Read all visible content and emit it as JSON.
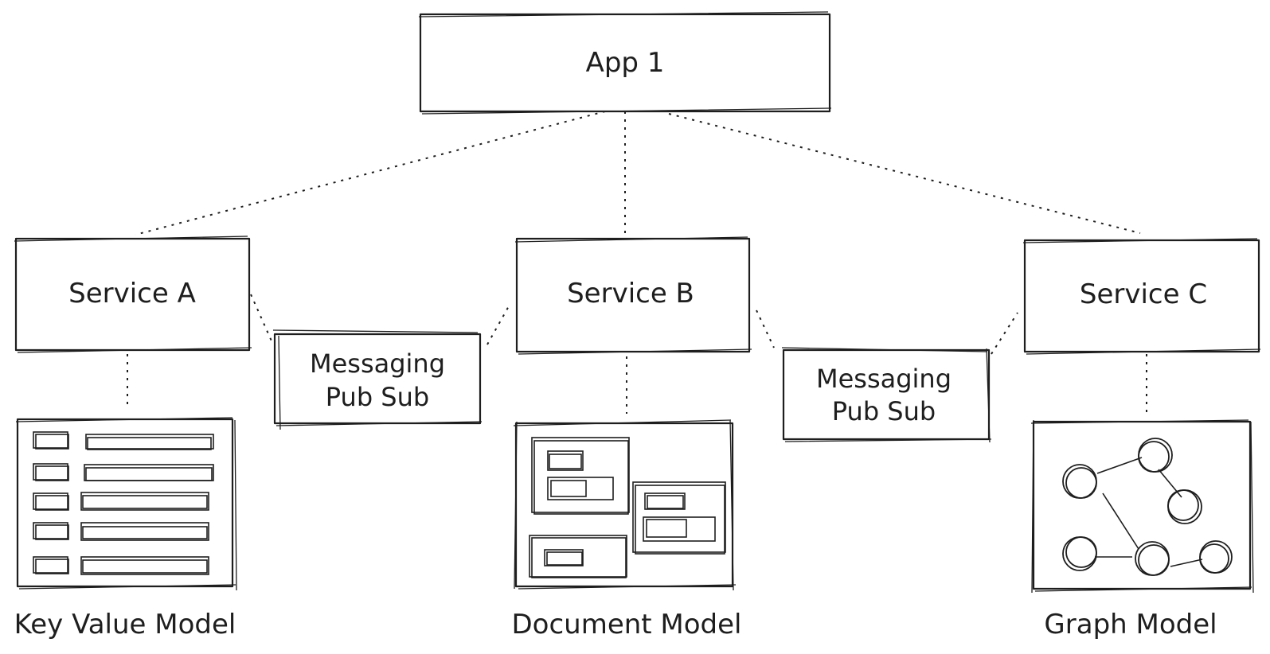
{
  "app": {
    "label": "App 1"
  },
  "services": [
    {
      "label": "Service A"
    },
    {
      "label": "Service B"
    },
    {
      "label": "Service C"
    }
  ],
  "messaging": [
    {
      "line1": "Messaging",
      "line2": "Pub Sub"
    },
    {
      "line1": "Messaging",
      "line2": "Pub Sub"
    }
  ],
  "models": [
    {
      "label": "Key Value Model",
      "icon": "key-value-table-icon"
    },
    {
      "label": "Document Model",
      "icon": "document-layout-icon"
    },
    {
      "label": "Graph Model",
      "icon": "graph-network-icon"
    }
  ]
}
